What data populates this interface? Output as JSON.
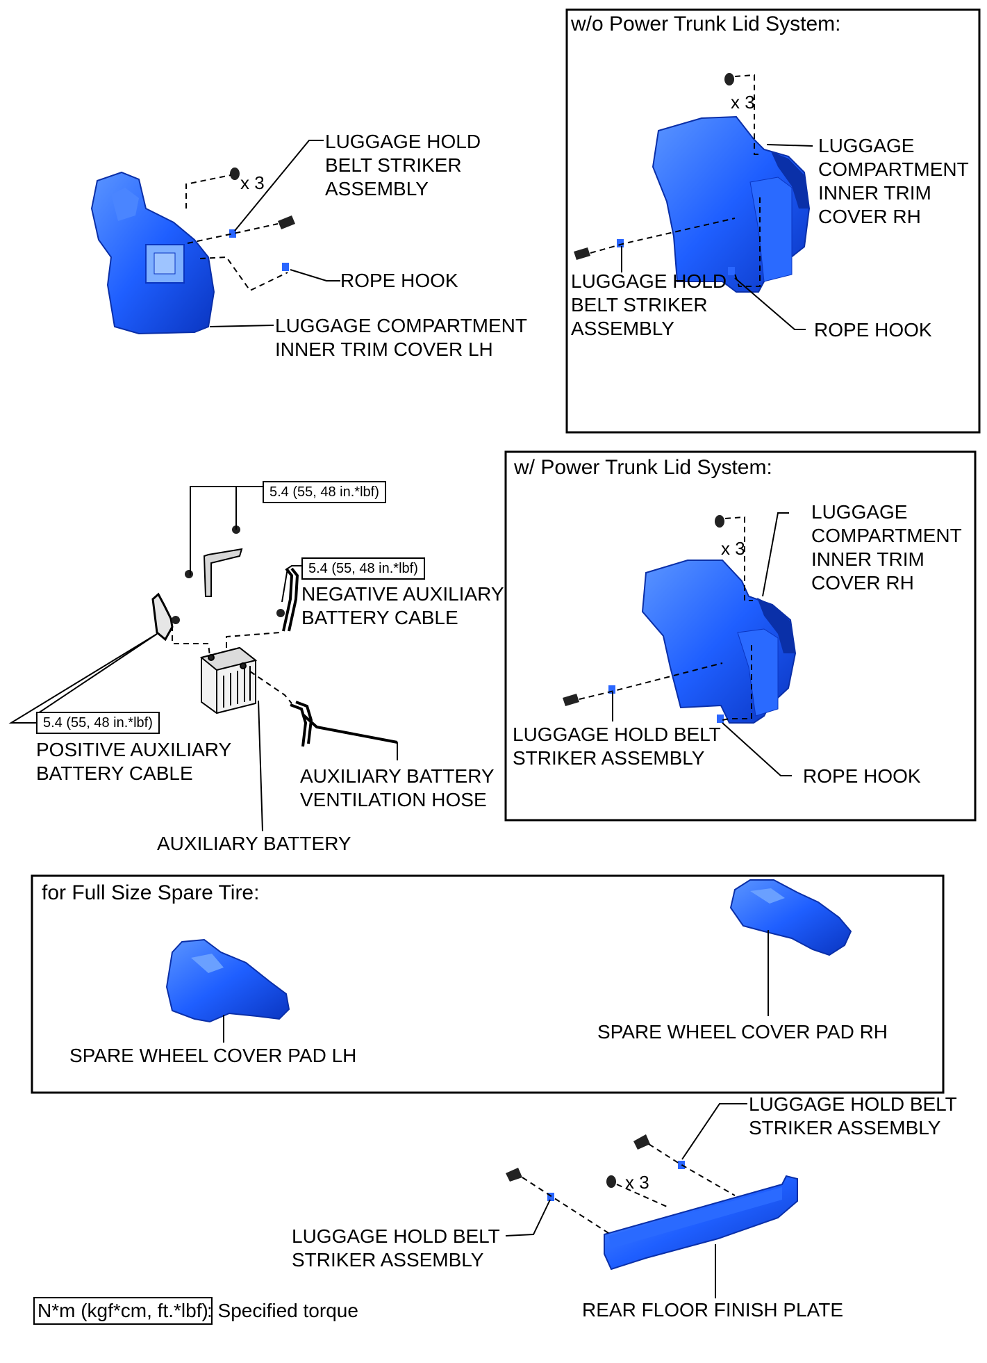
{
  "sections": {
    "wo_power": {
      "title": "w/o Power Trunk Lid System:"
    },
    "w_power": {
      "title": "w/ Power Trunk Lid System:"
    },
    "spare": {
      "title": "for Full Size Spare Tire:"
    }
  },
  "labels": {
    "lh_striker": [
      "LUGGAGE HOLD",
      "BELT STRIKER",
      "ASSEMBLY"
    ],
    "lh_rope": "ROPE HOOK",
    "lh_trim": [
      "LUGGAGE COMPARTMENT",
      "INNER TRIM COVER LH"
    ],
    "lh_qty": "x 3",
    "rh1_trim": [
      "LUGGAGE",
      "COMPARTMENT",
      "INNER TRIM",
      "COVER RH"
    ],
    "rh1_striker": [
      "LUGGAGE HOLD",
      "BELT STRIKER",
      "ASSEMBLY"
    ],
    "rh1_rope": "ROPE HOOK",
    "rh1_qty": "x 3",
    "rh2_trim": [
      "LUGGAGE",
      "COMPARTMENT",
      "INNER TRIM",
      "COVER RH"
    ],
    "rh2_striker": [
      "LUGGAGE HOLD BELT",
      "STRIKER ASSEMBLY"
    ],
    "rh2_rope": "ROPE HOOK",
    "rh2_qty": "x 3",
    "torque1": "5.4 (55, 48 in.*lbf)",
    "torque2": "5.4 (55, 48 in.*lbf)",
    "torque3": "5.4 (55, 48 in.*lbf)",
    "neg_cable": [
      "NEGATIVE AUXILIARY",
      "BATTERY CABLE"
    ],
    "pos_cable": [
      "POSITIVE AUXILIARY",
      "BATTERY CABLE"
    ],
    "vent_hose": [
      "AUXILIARY BATTERY",
      "VENTILATION HOSE"
    ],
    "aux_battery": "AUXILIARY BATTERY",
    "spare_lh": "SPARE WHEEL COVER PAD LH",
    "spare_rh": "SPARE WHEEL COVER PAD RH",
    "floor_striker_r": [
      "LUGGAGE HOLD BELT",
      "STRIKER ASSEMBLY"
    ],
    "floor_striker_l": [
      "LUGGAGE HOLD BELT",
      "STRIKER ASSEMBLY"
    ],
    "floor_qty": "x 3",
    "floor_plate": "REAR FLOOR FINISH PLATE"
  },
  "legend": {
    "key": "N*m (kgf*cm, ft.*lbf)",
    "text": ": Specified torque"
  },
  "colors": {
    "part_blue": "#1f5fff",
    "part_dark": "#0a2fa8",
    "part_light": "#6aa0ff",
    "line": "#000000"
  }
}
